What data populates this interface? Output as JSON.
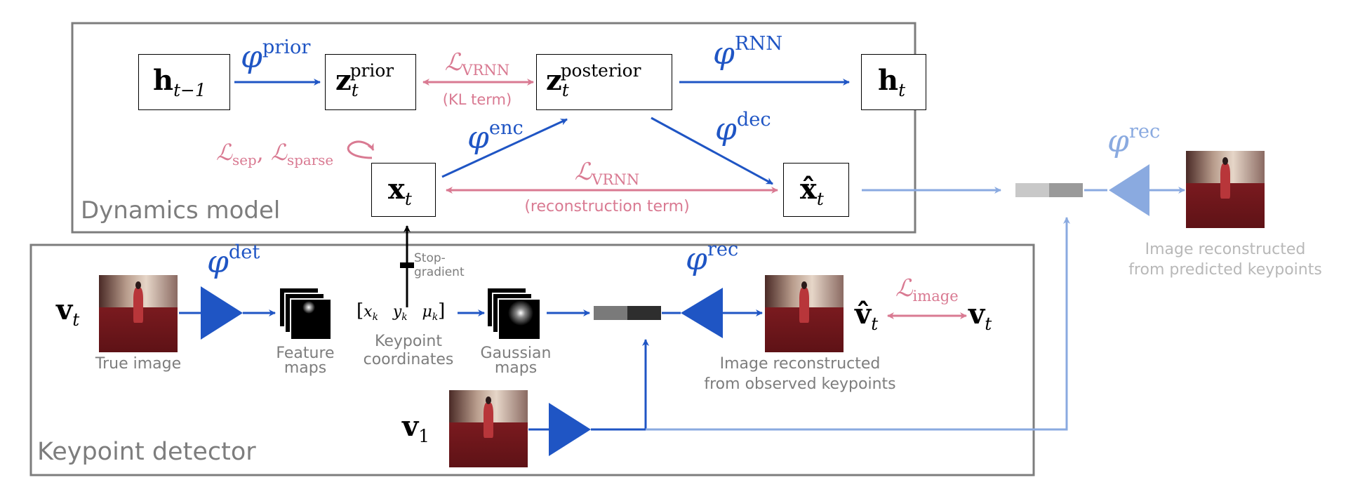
{
  "dynamics_model": {
    "title": "Dynamics model",
    "nodes": {
      "h_prev": {
        "base": "h",
        "sub": "t−1"
      },
      "z_prior": {
        "base": "z",
        "sub": "t",
        "sup": "prior"
      },
      "z_post": {
        "base": "z",
        "sub": "t",
        "sup": "posterior"
      },
      "h_t": {
        "base": "h",
        "sub": "t"
      },
      "x_t": {
        "base": "x",
        "sub": "t"
      },
      "x_hat": {
        "base": "x̂",
        "sub": "t"
      }
    },
    "phi_prior": {
      "sym": "φ",
      "sup": "prior"
    },
    "phi_rnn": {
      "sym": "φ",
      "sup": "RNN"
    },
    "phi_enc": {
      "sym": "φ",
      "sup": "enc"
    },
    "phi_dec": {
      "sym": "φ",
      "sup": "dec"
    },
    "loss_vrnn_kl": {
      "sym": "ℒ",
      "sub": "VRNN",
      "note": "(KL term)"
    },
    "loss_vrnn_rec": {
      "sym": "ℒ",
      "sub": "VRNN",
      "note": "(reconstruction term)"
    },
    "loss_sep_sparse": {
      "sym1": "ℒ",
      "sub1": "sep",
      "sep": ", ",
      "sym2": "ℒ",
      "sub2": "sparse"
    }
  },
  "keypoint_detector": {
    "title": "Keypoint detector",
    "v_t_left": {
      "base": "v",
      "sub": "t"
    },
    "v_1": {
      "base": "v",
      "sub": "1"
    },
    "v_hat": {
      "base": "v̂",
      "sub": "t"
    },
    "v_t_right": {
      "base": "v",
      "sub": "t"
    },
    "phi_det": {
      "sym": "φ",
      "sup": "det"
    },
    "phi_rec": {
      "sym": "φ",
      "sup": "rec"
    },
    "loss_image": {
      "sym": "ℒ",
      "sub": "image"
    },
    "true_image_label": "True image",
    "feature_maps_label": [
      "Feature",
      "maps"
    ],
    "keypoint_coords_label": [
      "Keypoint",
      "coordinates"
    ],
    "keypoint_vector": {
      "open": "[",
      "x": "x",
      "xs": "k",
      "y": "y",
      "ys": "k",
      "mu": "μ",
      "mus": "k",
      "close": "]"
    },
    "stop_gradient_label": [
      "Stop-",
      "gradient"
    ],
    "gaussian_maps_label": [
      "Gaussian",
      "maps"
    ],
    "recon_observed_label": [
      "Image  reconstructed",
      "from observed keypoints"
    ]
  },
  "predicted": {
    "phi_rec": {
      "sym": "φ",
      "sup": "rec"
    },
    "recon_predicted_label": [
      "Image  reconstructed",
      "from predicted keypoints"
    ]
  },
  "colors": {
    "blue": "#1f55c4",
    "light_blue": "#8aaae0",
    "pink": "#d97a92",
    "gray_frame": "#7d7d7d",
    "light_gray_text": "#b8b8b8"
  }
}
